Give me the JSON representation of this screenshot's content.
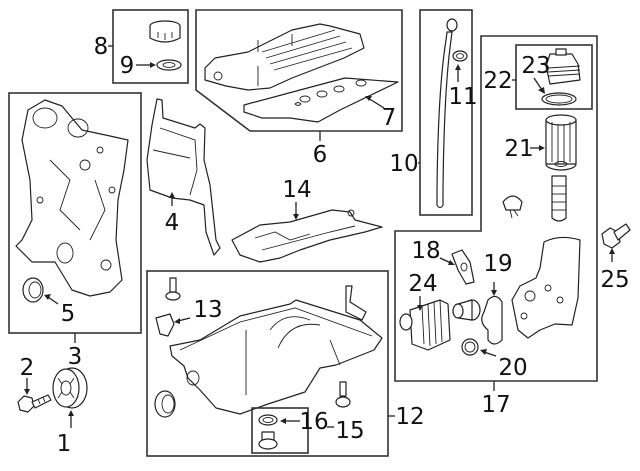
{
  "diagram": {
    "type": "exploded-parts-diagram",
    "callouts": [
      {
        "id": "1",
        "label": "1",
        "part": "crankshaft-pulley"
      },
      {
        "id": "2",
        "label": "2",
        "part": "pulley-bolt"
      },
      {
        "id": "3",
        "label": "3",
        "part": "timing-cover-assembly"
      },
      {
        "id": "4",
        "label": "4",
        "part": "timing-cover-gasket"
      },
      {
        "id": "5",
        "label": "5",
        "part": "front-crank-seal"
      },
      {
        "id": "6",
        "label": "6",
        "part": "valve-cover-assembly"
      },
      {
        "id": "7",
        "label": "7",
        "part": "valve-cover-gasket"
      },
      {
        "id": "8",
        "label": "8",
        "part": "oil-filler-cap-assembly"
      },
      {
        "id": "9",
        "label": "9",
        "part": "cap-seal"
      },
      {
        "id": "10",
        "label": "10",
        "part": "dipstick-assembly"
      },
      {
        "id": "11",
        "label": "11",
        "part": "dipstick-o-ring"
      },
      {
        "id": "12",
        "label": "12",
        "part": "oil-pan-assembly"
      },
      {
        "id": "13",
        "label": "13",
        "part": "pan-bolt-and-insert"
      },
      {
        "id": "14",
        "label": "14",
        "part": "oil-pan-baffle"
      },
      {
        "id": "15",
        "label": "15",
        "part": "drain-plug-assembly"
      },
      {
        "id": "16",
        "label": "16",
        "part": "drain-plug-gasket"
      },
      {
        "id": "17",
        "label": "17",
        "part": "oil-filter-housing-assembly"
      },
      {
        "id": "18",
        "label": "18",
        "part": "housing-gasket"
      },
      {
        "id": "19",
        "label": "19",
        "part": "cooler-gasket"
      },
      {
        "id": "20",
        "label": "20",
        "part": "o-ring"
      },
      {
        "id": "21",
        "label": "21",
        "part": "oil-filter-element"
      },
      {
        "id": "22",
        "label": "22",
        "part": "filter-cap-assembly"
      },
      {
        "id": "23",
        "label": "23",
        "part": "filter-cap-o-ring"
      },
      {
        "id": "24",
        "label": "24",
        "part": "oil-cooler"
      },
      {
        "id": "25",
        "label": "25",
        "part": "oil-pressure-sensor"
      }
    ]
  }
}
